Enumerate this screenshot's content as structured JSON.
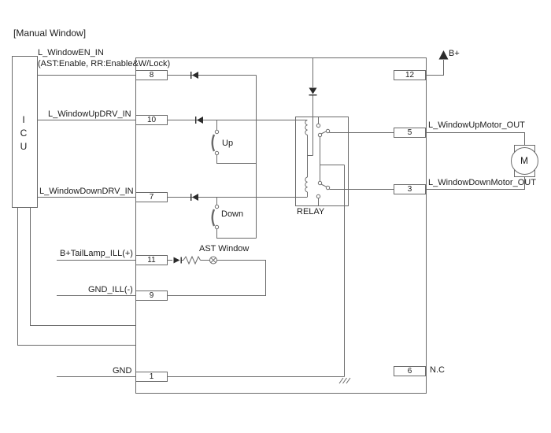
{
  "title": "[Manual Window]",
  "icu": {
    "letters": [
      "I",
      "C",
      "U"
    ]
  },
  "pins": {
    "p8": {
      "num": "8",
      "label": "L_WindowEN_IN",
      "sublabel": "(AST:Enable, RR:Enable&W/Lock)"
    },
    "p10": {
      "num": "10",
      "label": "L_WindowUpDRV_IN"
    },
    "p7": {
      "num": "7",
      "label": "L_WindowDownDRV_IN"
    },
    "p11": {
      "num": "11",
      "label": "B+TailLamp_ILL(+)"
    },
    "p9": {
      "num": "9",
      "label": "GND_ILL(-)"
    },
    "p1": {
      "num": "1",
      "label": "GND"
    },
    "p12": {
      "num": "12",
      "label": "B+"
    },
    "p5": {
      "num": "5",
      "label": "L_WindowUpMotor_OUT"
    },
    "p3": {
      "num": "3",
      "label": "L_WindowDownMotor_OUT"
    },
    "p6": {
      "num": "6",
      "label": "N.C"
    }
  },
  "labels": {
    "up_switch": "Up",
    "down_switch": "Down",
    "ast_window_lamp": "AST Window",
    "relay": "RELAY",
    "motor": "M"
  },
  "colors": {
    "background": "#ffffff",
    "wire": "#6a6a6a",
    "symbol_fill": "#2b2b2b",
    "text": "#1c1c1c"
  }
}
